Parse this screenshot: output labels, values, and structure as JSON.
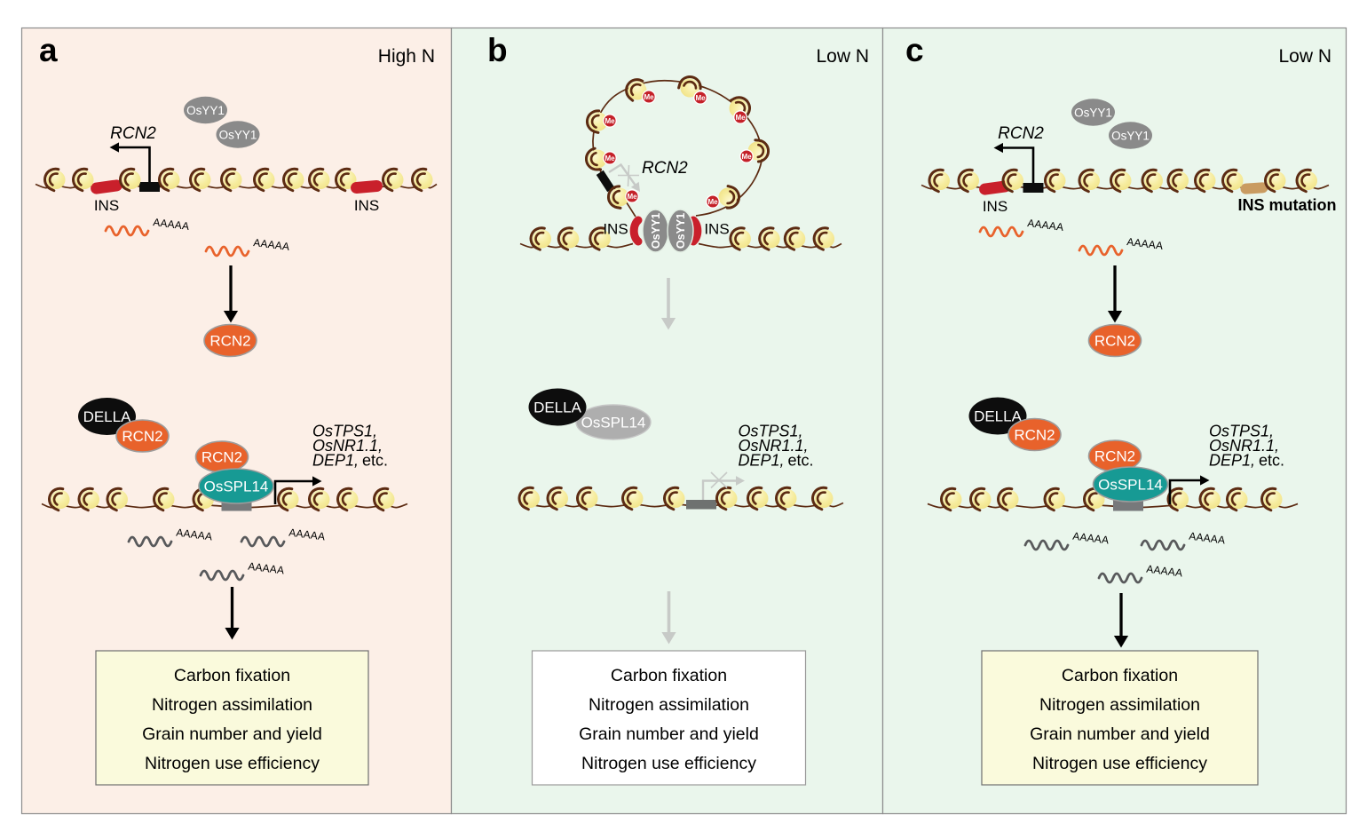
{
  "figure": {
    "panels": {
      "a": {
        "label": "a",
        "condition": "High N",
        "gene_label": "RCN2",
        "ins_label_left": "INS",
        "ins_label_right": "INS",
        "osyy1_free": [
          "OsYY1",
          "OsYY1"
        ],
        "poly_a_tail": "AAAAA",
        "rcn2_protein": "RCN2",
        "della_complex": {
          "della": "DELLA",
          "rcn2": "RCN2"
        },
        "promoter_complex": {
          "rcn2": "RCN2",
          "osspl14": "OsSPL14"
        },
        "target_genes": {
          "line1": "OsTPS1,",
          "line2": "OsNR1.1,",
          "line3_gene": "DEP1,",
          "line3_suffix": "etc."
        },
        "outcome_box": {
          "lines": [
            "Carbon fixation",
            "Nitrogen assimilation",
            "Grain number and yield",
            "Nitrogen use efficiency"
          ]
        }
      },
      "b": {
        "label": "b",
        "condition": "Low N",
        "gene_label": "RCN2",
        "methyl_mark": "Me",
        "ins_label_left": "INS",
        "ins_label_right": "INS",
        "osyy1_bound": [
          "OsYY1",
          "OsYY1"
        ],
        "della_complex": {
          "della": "DELLA",
          "osspl14": "OsSPL14"
        },
        "target_genes": {
          "line1": "OsTPS1,",
          "line2": "OsNR1.1,",
          "line3_gene": "DEP1,",
          "line3_suffix": "etc."
        },
        "outcome_box": {
          "lines": [
            "Carbon fixation",
            "Nitrogen assimilation",
            "Grain number and yield",
            "Nitrogen use efficiency"
          ]
        }
      },
      "c": {
        "label": "c",
        "condition": "Low N",
        "gene_label": "RCN2",
        "ins_label_left": "INS",
        "ins_mutation_label": "INS mutation",
        "osyy1_free": [
          "OsYY1",
          "OsYY1"
        ],
        "poly_a_tail": "AAAAA",
        "rcn2_protein": "RCN2",
        "della_complex": {
          "della": "DELLA",
          "rcn2": "RCN2"
        },
        "promoter_complex": {
          "rcn2": "RCN2",
          "osspl14": "OsSPL14"
        },
        "target_genes": {
          "line1": "OsTPS1,",
          "line2": "OsNR1.1,",
          "line3_gene": "DEP1,",
          "line3_suffix": "etc."
        },
        "outcome_box": {
          "lines": [
            "Carbon fixation",
            "Nitrogen assimilation",
            "Grain number and yield",
            "Nitrogen use efficiency"
          ]
        }
      }
    },
    "colors": {
      "panel_high_n_bg": "#FCEFE7",
      "panel_low_n_bg": "#EAF6EC",
      "panel_border": "#8C8C8C",
      "dna_strand": "#5C2B12",
      "nucleosome_fill": "#F5E892",
      "ins_element": "#C9202B",
      "ins_mutation": "#C99B61",
      "ins_mutation_text": "#C42127",
      "osyy1": "#8A8A8A",
      "rcn2": "#E8622B",
      "della": "#0D0D0D",
      "osspl14": "#179A94",
      "osspl14_inactive": "#AEAEAE",
      "methyl": "#C42129",
      "mrna_rcn2": "#E8622B",
      "mrna_target": "#58595B",
      "inactive": "#C7CAC7",
      "outcome_active_bg": "#FAFADC",
      "outcome_inactive_bg": "#FFFFFF"
    }
  }
}
